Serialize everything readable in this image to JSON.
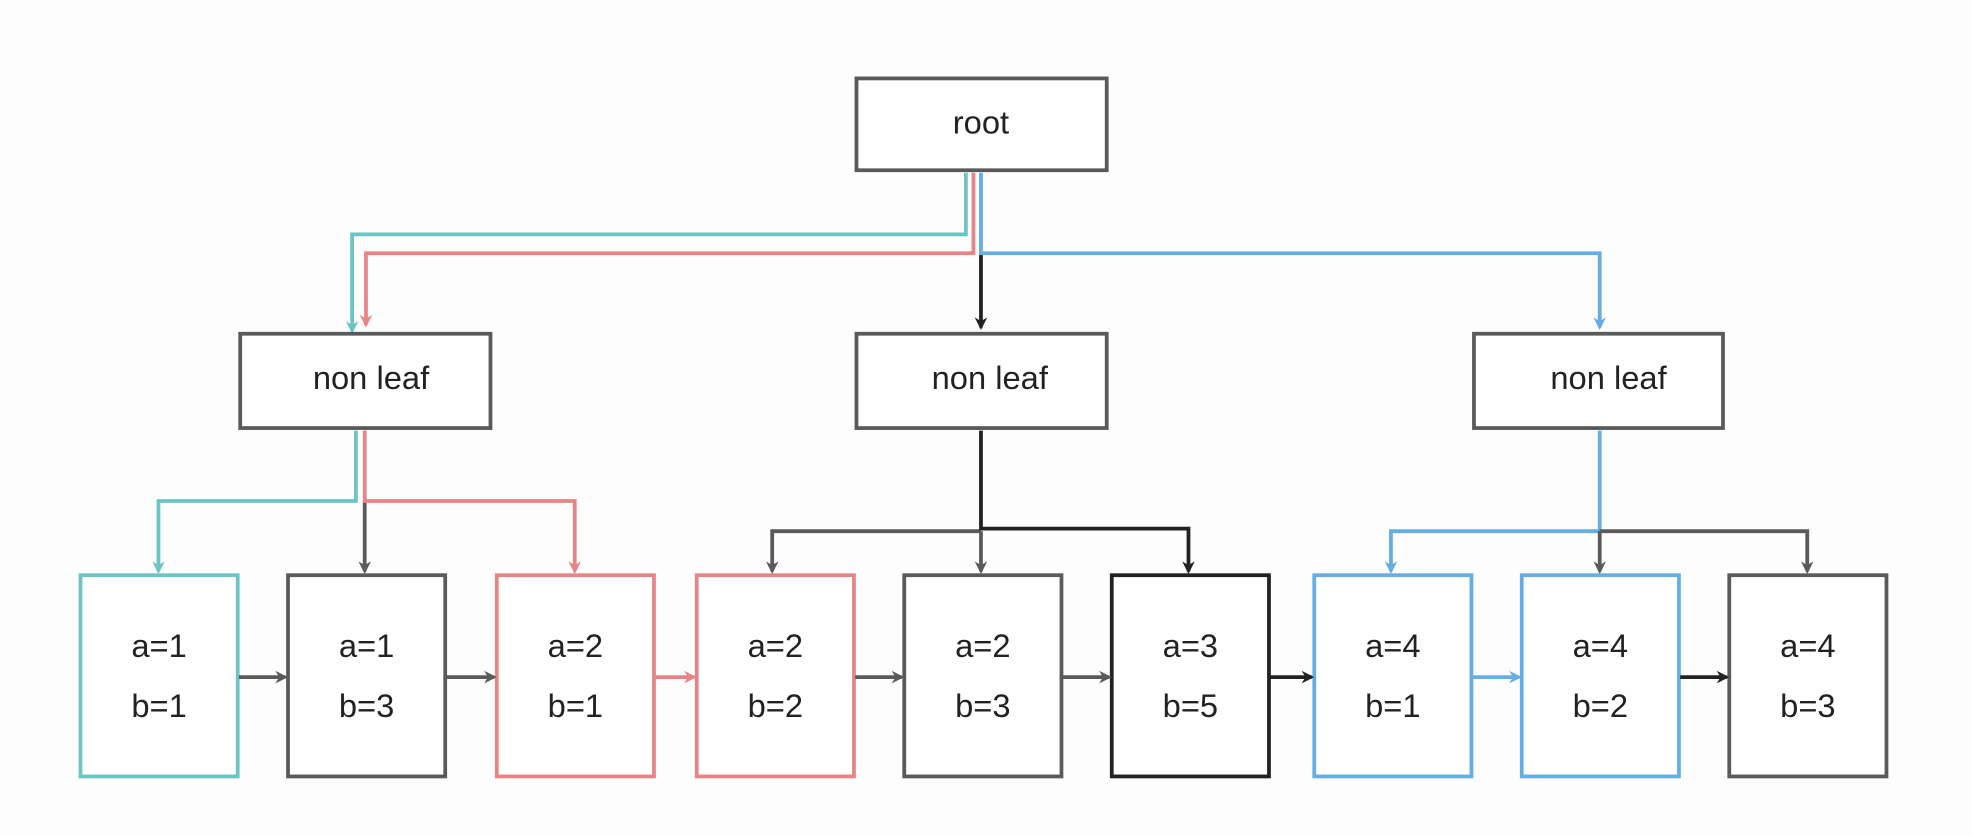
{
  "colors": {
    "teal": "#6CC5C4",
    "red": "#E58585",
    "blue": "#64AEE3",
    "gray": "#5A5A5A",
    "black": "#222222"
  },
  "root": {
    "label": "root"
  },
  "non_leaves": [
    {
      "label": "non leaf"
    },
    {
      "label": "non leaf"
    },
    {
      "label": "non leaf"
    }
  ],
  "leaves": [
    {
      "a": "a=1",
      "b": "b=1",
      "color": "teal"
    },
    {
      "a": "a=1",
      "b": "b=3",
      "color": "gray"
    },
    {
      "a": "a=2",
      "b": "b=1",
      "color": "red"
    },
    {
      "a": "a=2",
      "b": "b=2",
      "color": "red"
    },
    {
      "a": "a=2",
      "b": "b=3",
      "color": "gray"
    },
    {
      "a": "a=3",
      "b": "b=5",
      "color": "black"
    },
    {
      "a": "a=4",
      "b": "b=1",
      "color": "blue"
    },
    {
      "a": "a=4",
      "b": "b=2",
      "color": "blue"
    },
    {
      "a": "a=4",
      "b": "b=3",
      "color": "gray"
    }
  ],
  "leaf_links": [
    "gray",
    "gray",
    "red",
    "gray",
    "gray",
    "black",
    "blue",
    "black"
  ]
}
